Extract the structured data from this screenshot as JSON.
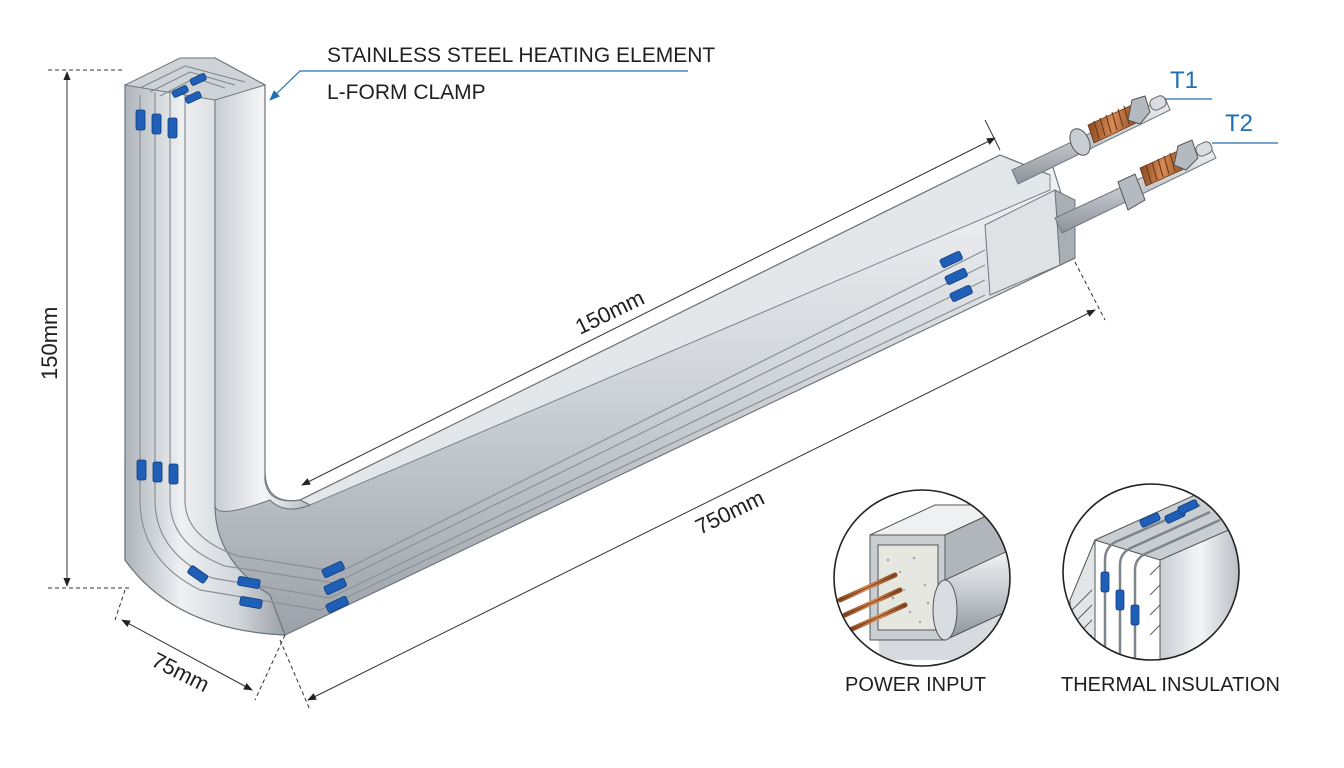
{
  "labels": {
    "element_title": "STAINLESS STEEL HEATING ELEMENT",
    "clamp_label": "L-FORM CLAMP",
    "terminal_1": "T1",
    "terminal_2": "T2"
  },
  "dimensions": {
    "vertical_height": "150mm",
    "horizontal_inner": "150mm",
    "horizontal_outer": "750mm",
    "width": "75mm"
  },
  "details": [
    {
      "caption": "POWER INPUT"
    },
    {
      "caption": "THERMAL INSULATION"
    }
  ],
  "colors": {
    "steel_light": "#e9ecef",
    "steel_mid": "#c5cacf",
    "steel_dark": "#8e959c",
    "wire_blue": "#1f5fb8",
    "leader_blue": "#1f6fb5",
    "copper": "#b8693a",
    "dimension_line": "#333333"
  }
}
